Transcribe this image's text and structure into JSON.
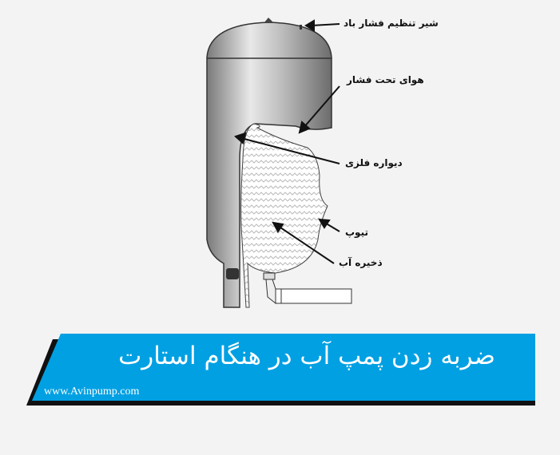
{
  "labels": {
    "valve": "شیر تنظیم فشار باد",
    "air": "هوای تحت فشار",
    "wall": "دیواره فلزی",
    "tube": "تیوپ",
    "water": "ذخیره آب"
  },
  "banner": {
    "title": "ضربه زدن پمپ آب در هنگام استارت",
    "website": "www.Avinpump.com",
    "color": "#00a0e3"
  }
}
